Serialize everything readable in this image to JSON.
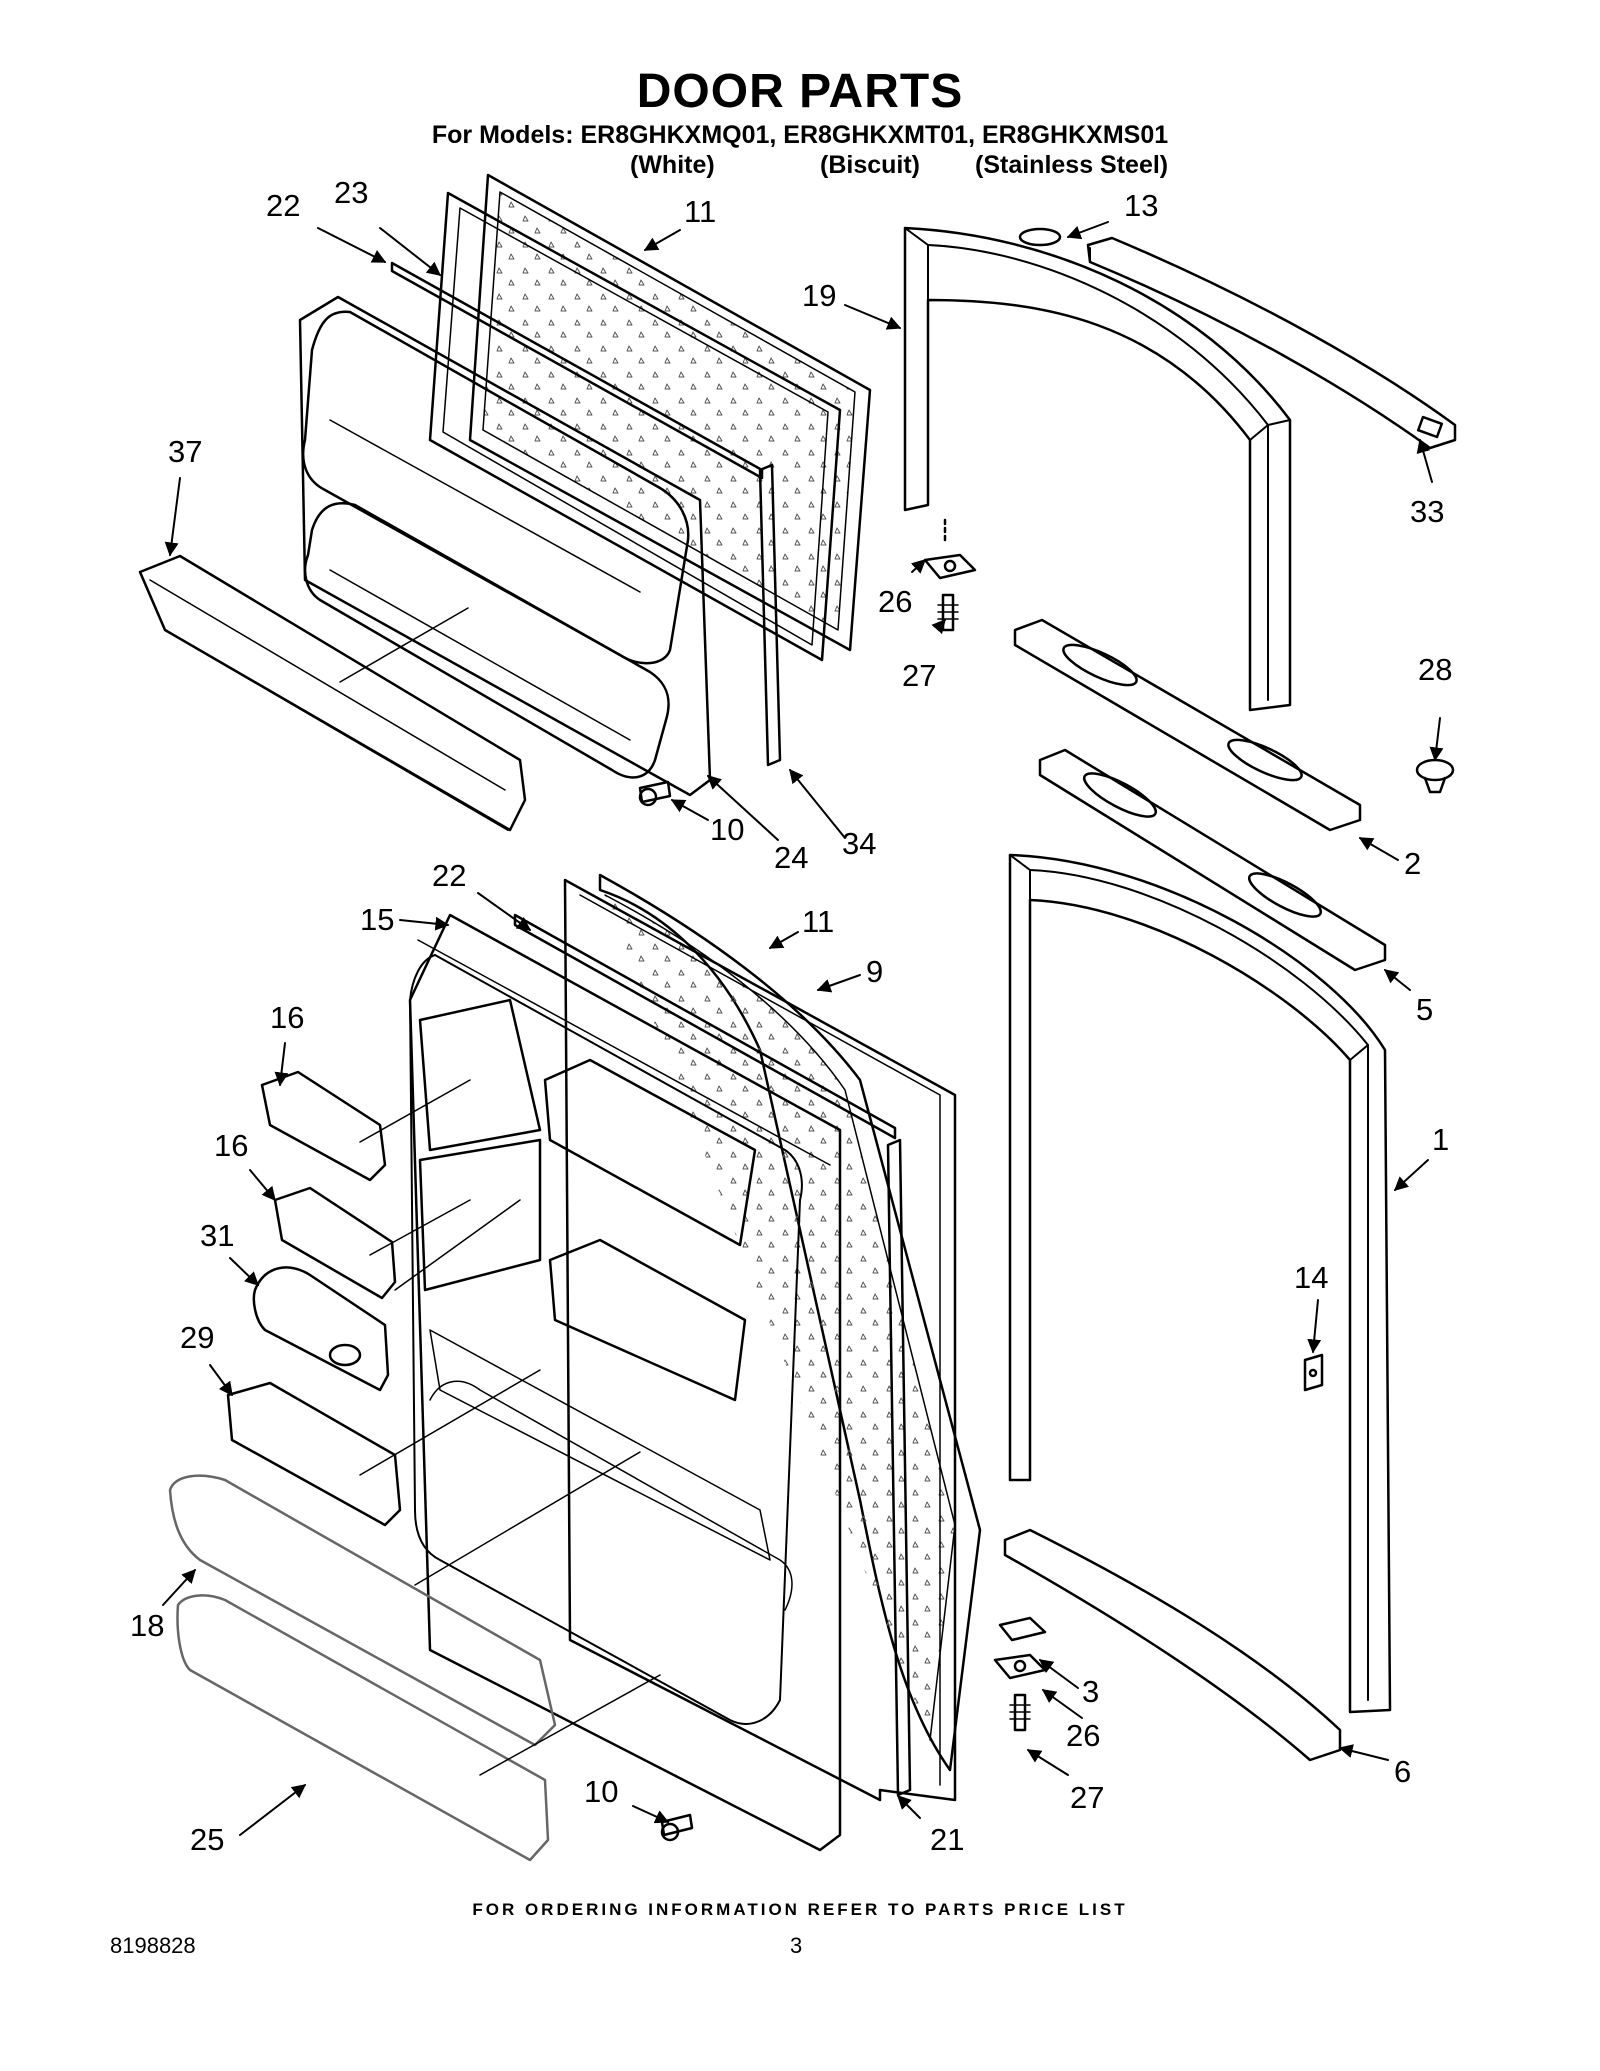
{
  "header": {
    "title": "DOOR PARTS",
    "models_line": "For Models: ER8GHKXMQ01, ER8GHKXMT01, ER8GHKXMS01",
    "finishes": [
      "(White)",
      "(Biscuit)",
      "(Stainless Steel)"
    ]
  },
  "footer": {
    "ordering_note": "FOR ORDERING INFORMATION REFER TO PARTS PRICE LIST",
    "doc_number": "8198828",
    "page_number": "3"
  },
  "callouts": [
    "22",
    "23",
    "11",
    "19",
    "13",
    "33",
    "37",
    "26",
    "27",
    "28",
    "10",
    "24",
    "34",
    "2",
    "22",
    "15",
    "11",
    "9",
    "5",
    "16",
    "16",
    "1",
    "31",
    "14",
    "29",
    "18",
    "3",
    "26",
    "6",
    "27",
    "10",
    "21",
    "25"
  ]
}
